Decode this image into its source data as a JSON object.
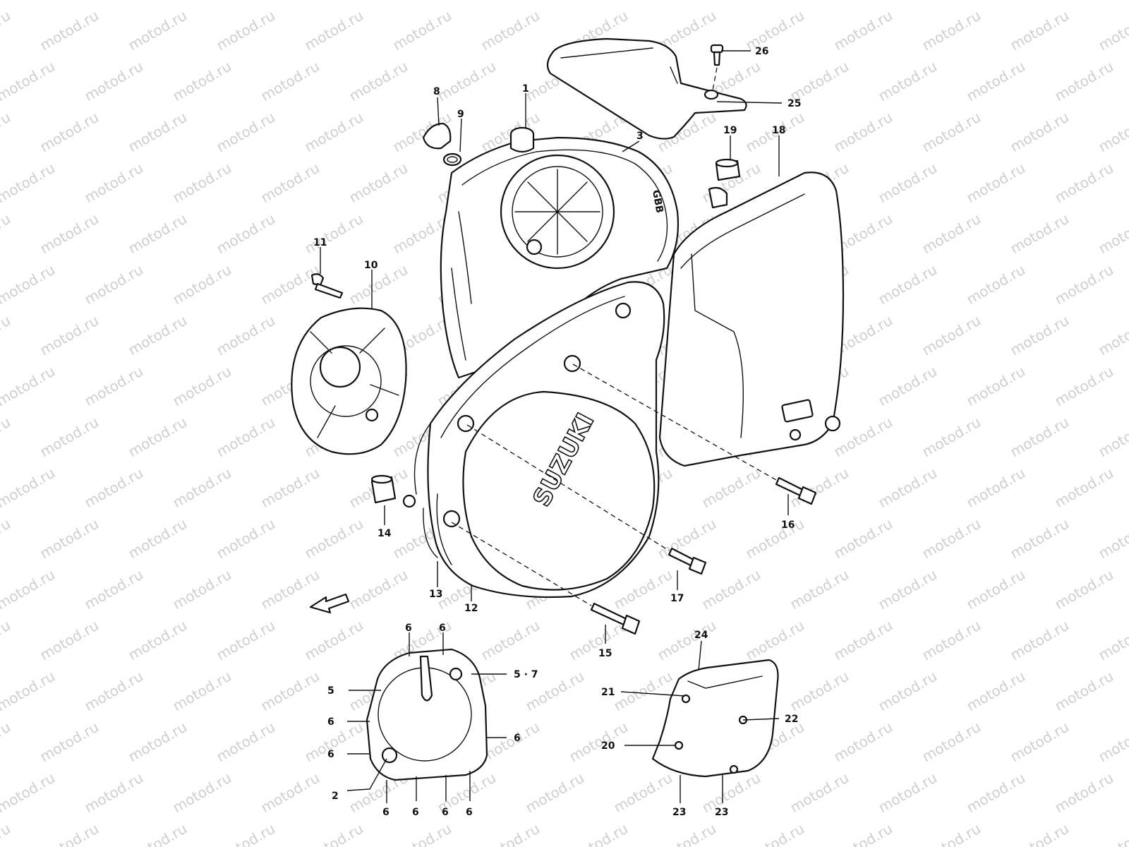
{
  "watermark": "motod.ru",
  "brand_mark": "SUZUKI",
  "callouts": [
    {
      "id": "c1",
      "text": "1"
    },
    {
      "id": "c2",
      "text": "2"
    },
    {
      "id": "c3",
      "text": "3"
    },
    {
      "id": "c5a",
      "text": "5"
    },
    {
      "id": "c57",
      "text": "5 · 7"
    },
    {
      "id": "c6a",
      "text": "6"
    },
    {
      "id": "c6b",
      "text": "6"
    },
    {
      "id": "c6c",
      "text": "6"
    },
    {
      "id": "c6d",
      "text": "6"
    },
    {
      "id": "c6e",
      "text": "6"
    },
    {
      "id": "c6f",
      "text": "6"
    },
    {
      "id": "c6g",
      "text": "6"
    },
    {
      "id": "c6h",
      "text": "6"
    },
    {
      "id": "c6i",
      "text": "6"
    },
    {
      "id": "c8",
      "text": "8"
    },
    {
      "id": "c9",
      "text": "9"
    },
    {
      "id": "c10",
      "text": "10"
    },
    {
      "id": "c11",
      "text": "11"
    },
    {
      "id": "c12",
      "text": "12"
    },
    {
      "id": "c13",
      "text": "13"
    },
    {
      "id": "c14",
      "text": "14"
    },
    {
      "id": "c15",
      "text": "15"
    },
    {
      "id": "c16",
      "text": "16"
    },
    {
      "id": "c17",
      "text": "17"
    },
    {
      "id": "c18",
      "text": "18"
    },
    {
      "id": "c19",
      "text": "19"
    },
    {
      "id": "c20",
      "text": "20"
    },
    {
      "id": "c21",
      "text": "21"
    },
    {
      "id": "c22",
      "text": "22"
    },
    {
      "id": "c23a",
      "text": "23"
    },
    {
      "id": "c23b",
      "text": "23"
    },
    {
      "id": "c24",
      "text": "24"
    },
    {
      "id": "c25",
      "text": "25"
    },
    {
      "id": "c26",
      "text": "26"
    }
  ]
}
